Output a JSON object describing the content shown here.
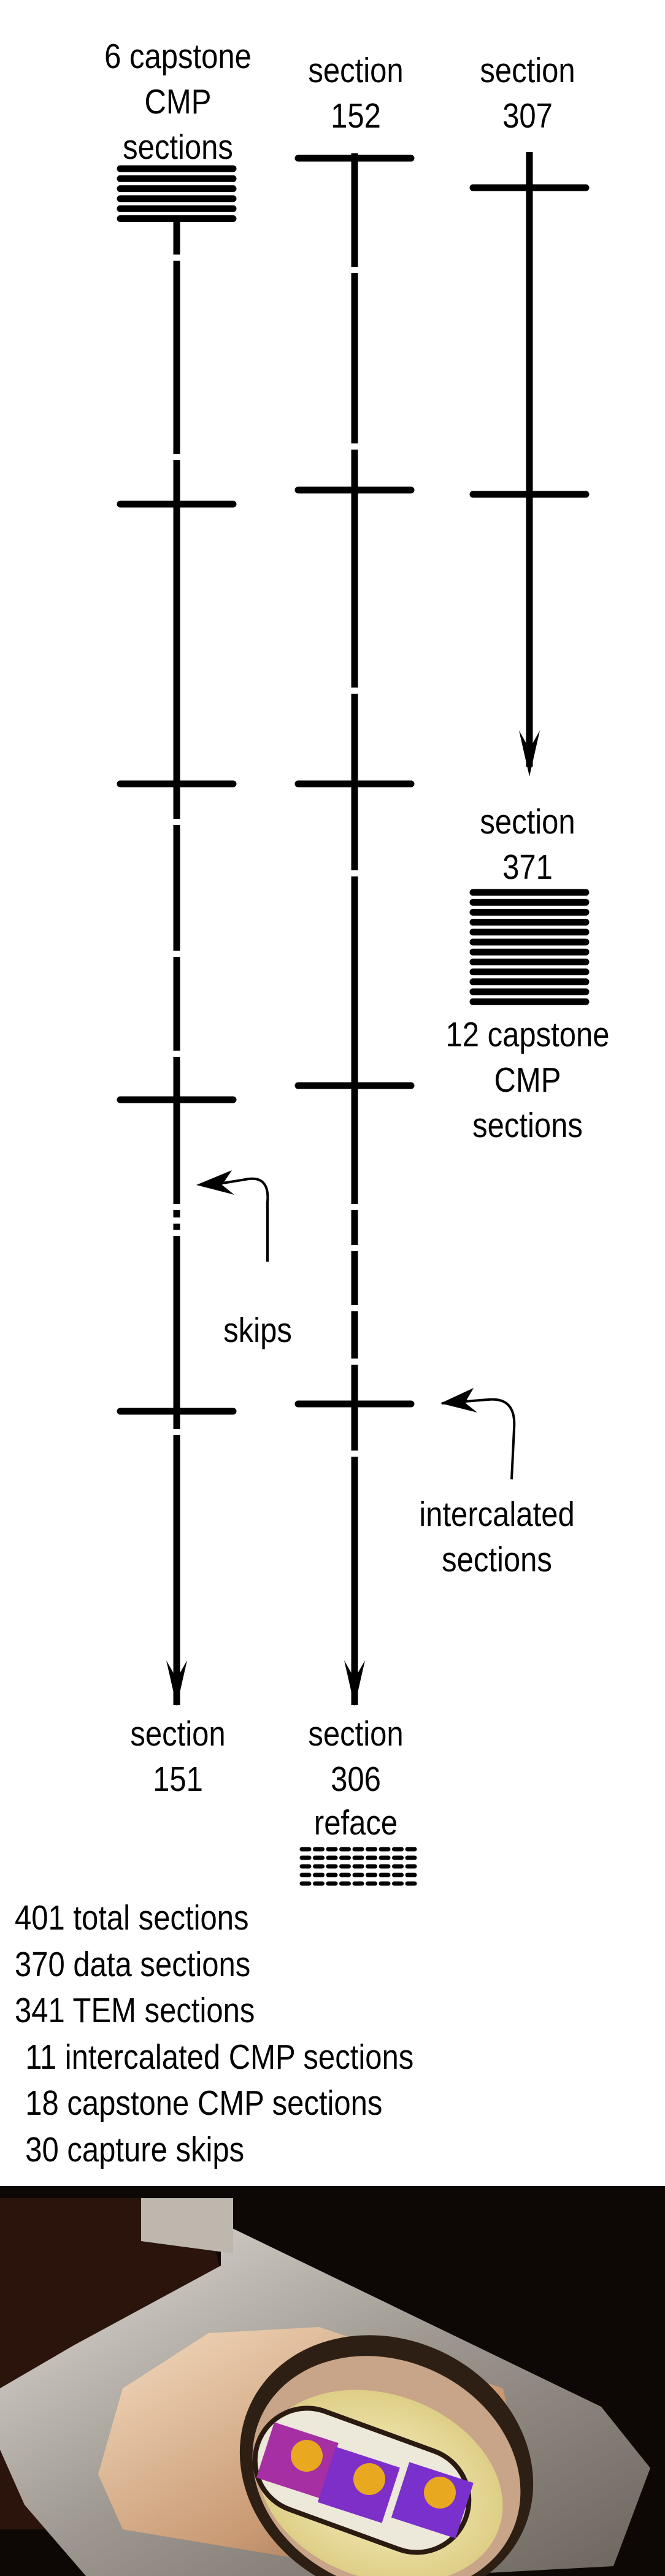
{
  "figure": {
    "columns": [
      {
        "id": "col1",
        "top_label": "6 capstone\nCMP\nsections",
        "bottom_label": "section\n151",
        "capstone_count": 6
      },
      {
        "id": "col2",
        "top_label": "section\n152",
        "bottom_label": "section\n306",
        "reface_label": "reface",
        "reface_rows": 5,
        "reface_dashes_per_row": 9
      },
      {
        "id": "col3",
        "top_label": "section\n307",
        "bottom_label": "section\n371",
        "capstone_label": "12 capstone\nCMP\nsections",
        "capstone_count": 12
      }
    ],
    "annotations": {
      "skips": "skips",
      "intercalated": "intercalated\nsections"
    },
    "stats": [
      {
        "text": "401 total sections",
        "indent": false
      },
      {
        "text": "370 data sections",
        "indent": false
      },
      {
        "text": "341 TEM sections",
        "indent": false
      },
      {
        "text": "11 intercalated CMP sections",
        "indent": true
      },
      {
        "text": "18 capstone CMP sections",
        "indent": true
      },
      {
        "text": "30 capture skips",
        "indent": true
      }
    ]
  },
  "photo": {
    "description": "TEM grid holder with slot containing three purple sections with yellow dots",
    "colors": {
      "background": "#0d0806",
      "metal": "#b8b2aa",
      "copper": "#c89a72",
      "gold": "#efe4a8",
      "section_purple": "#8a2fc0",
      "section_magenta": "#b0309a",
      "dot_yellow": "#e8a820"
    }
  }
}
